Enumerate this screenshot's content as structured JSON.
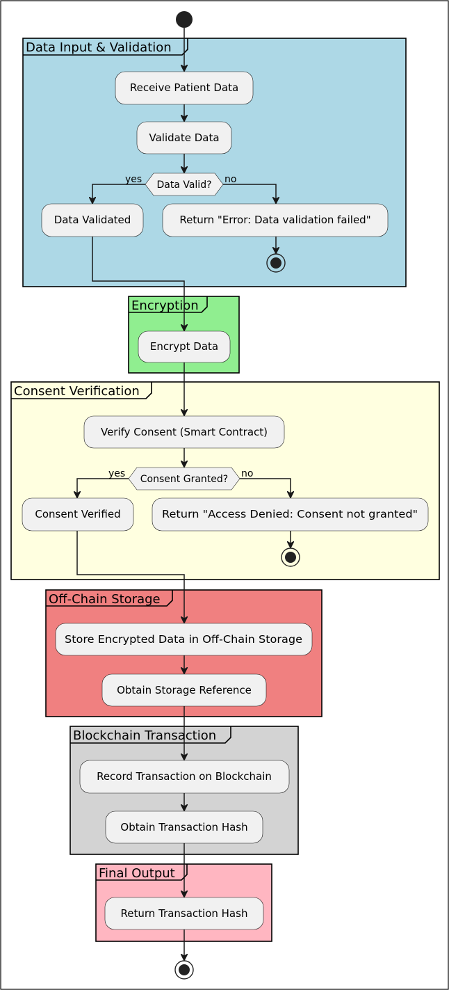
{
  "partitions": {
    "input": {
      "title": "Data Input & Validation",
      "color": "#ADD8E6"
    },
    "encryption": {
      "title": "Encryption",
      "color": "#90EE90"
    },
    "consent": {
      "title": "Consent Verification",
      "color": "#FFFFE0"
    },
    "storage": {
      "title": "Off-Chain Storage",
      "color": "#F08080"
    },
    "blockchain": {
      "title": "Blockchain Transaction",
      "color": "#D3D3D3"
    },
    "output": {
      "title": "Final Output",
      "color": "#FFB6C1"
    }
  },
  "activities": {
    "receive": "Receive Patient Data",
    "validate": "Validate Data",
    "validated": "Data Validated",
    "validation_error": "Return \"Error: Data validation failed\"",
    "encrypt": "Encrypt Data",
    "verify_consent": "Verify Consent (Smart Contract)",
    "consent_verified": "Consent Verified",
    "consent_denied": "Return \"Access Denied: Consent not granted\"",
    "store": "Store Encrypted Data in Off-Chain Storage",
    "obtain_ref": "Obtain Storage Reference",
    "record_tx": "Record Transaction on Blockchain",
    "obtain_hash": "Obtain Transaction Hash",
    "return_hash": "Return Transaction Hash"
  },
  "decisions": {
    "data_valid": "Data Valid?",
    "consent_granted": "Consent Granted?"
  },
  "guards": {
    "yes": "yes",
    "no": "no"
  }
}
